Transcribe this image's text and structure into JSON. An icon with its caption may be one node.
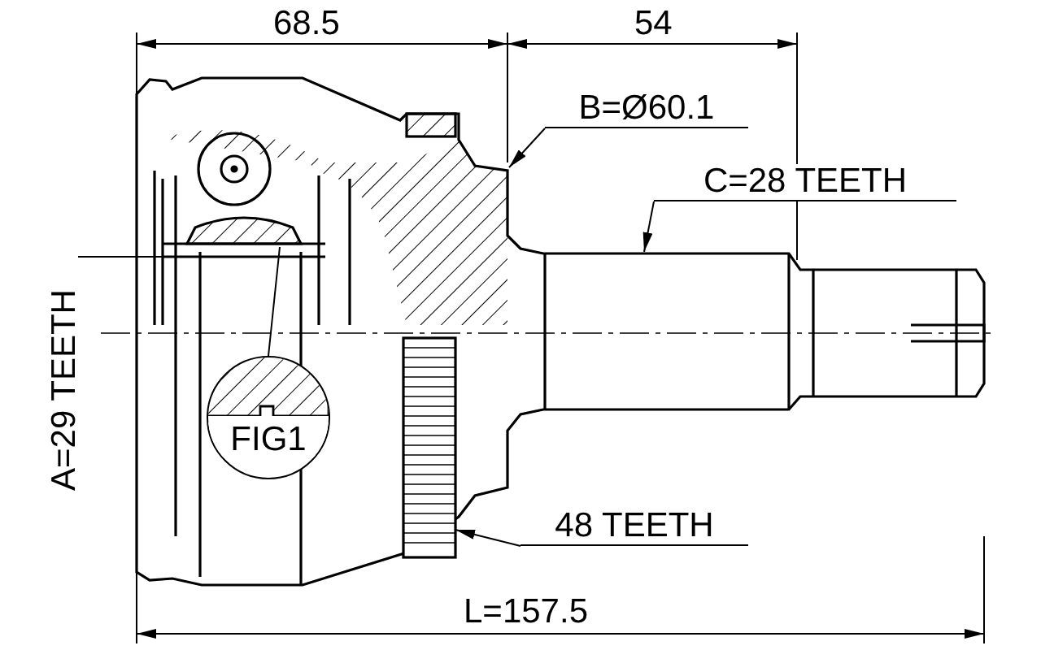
{
  "diagram": {
    "nodes": [
      {
        "text": [
          "B=Ø60.1"
        ]
      },
      {
        "text": [
          "C=28 TEETH"
        ]
      },
      {
        "text": [
          "FIG1"
        ]
      },
      {
        "text": [
          "48 TEETH"
        ]
      }
    ],
    "edges": [
      {
        "from": 0,
        "to": null,
        "arrow": "to"
      },
      {
        "from": 1,
        "to": null,
        "arrow": "to"
      },
      {
        "from": 2,
        "to": null,
        "arrow": "none"
      },
      {
        "from": 3,
        "to": null,
        "arrow": "to"
      }
    ],
    "labels": [
      "68.5",
      "54",
      "A=29 TEETH",
      "L=157.5"
    ]
  }
}
